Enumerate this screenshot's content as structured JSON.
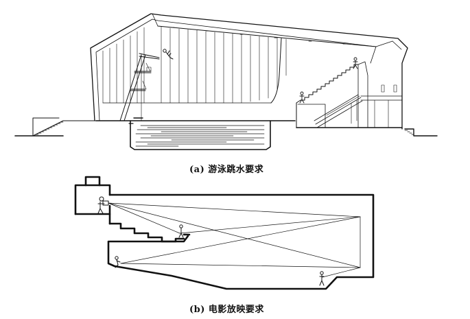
{
  "figure": {
    "panels": [
      {
        "id": "a",
        "caption": "(a) 游泳跳水要求"
      },
      {
        "id": "b",
        "caption": "(b) 电影放映要求"
      }
    ]
  }
}
